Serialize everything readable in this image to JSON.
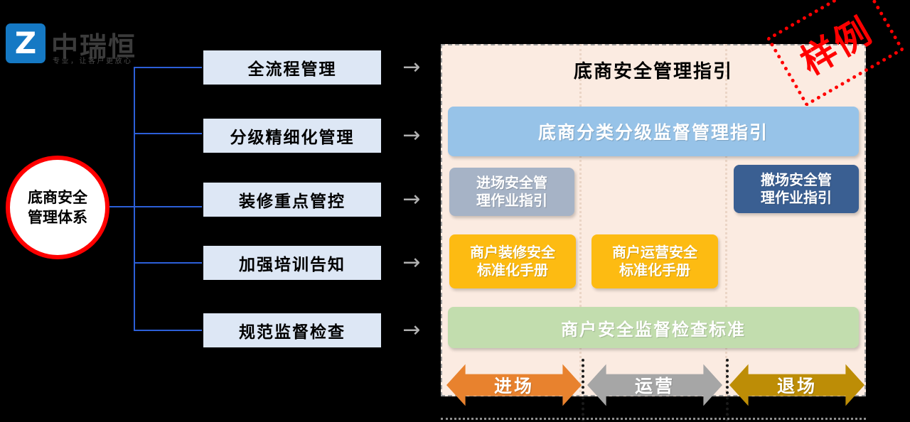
{
  "logo": {
    "mark_letter": "Z",
    "wordmark": "中瑞恒",
    "tagline": "专业，让客户更放心"
  },
  "root": {
    "label": "底商安全\n管理体系",
    "line1": "底商安全",
    "line2": "管理体系",
    "border_color": "#FF0000"
  },
  "pillars": [
    {
      "label": "全流程管理",
      "arrow": "→"
    },
    {
      "label": "分级精细化管理",
      "arrow": "→"
    },
    {
      "label": "装修重点管控",
      "arrow": "→"
    },
    {
      "label": "加强培训告知",
      "arrow": "→"
    },
    {
      "label": "规范监督检查",
      "arrow": "→"
    }
  ],
  "panel": {
    "title": "底商安全管理指引",
    "background": "#FBEBE1",
    "cards": {
      "classify": {
        "label": "底商分类分级监督管理指引",
        "color": "#97C3E8"
      },
      "entry": {
        "line1": "进场安全管",
        "line2": "理作业指引",
        "color": "#A6B3C6"
      },
      "exit": {
        "line1": "撤场安全管",
        "line2": "理作业指引",
        "color": "#3A5F92"
      },
      "fitout": {
        "line1": "商户装修安全",
        "line2": "标准化手册",
        "color": "#FDBB12"
      },
      "operate": {
        "line1": "商户运营安全",
        "line2": "标准化手册",
        "color": "#FDBB12"
      },
      "inspect": {
        "label": "商户安全监督检查标准",
        "color": "#C2DDAE"
      }
    },
    "phases": [
      {
        "label": "进场",
        "color": "#E8822E"
      },
      {
        "label": "运营",
        "color": "#A6A6A6"
      },
      {
        "label": "退场",
        "color": "#BD8D06"
      }
    ]
  },
  "watermark": {
    "text": "样例",
    "color": "#FF0000"
  }
}
